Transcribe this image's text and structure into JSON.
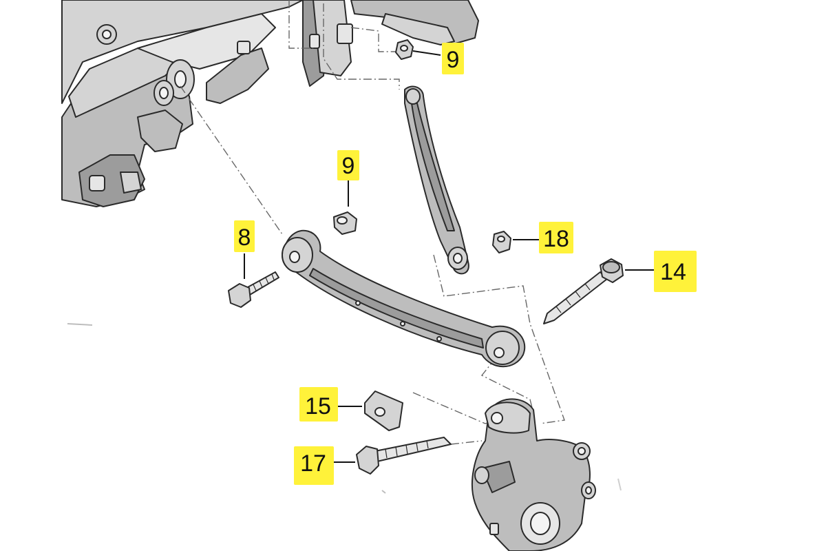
{
  "diagram": {
    "callout_color": "#fff23a",
    "callouts": [
      {
        "id": "c9a",
        "label": "9"
      },
      {
        "id": "c9b",
        "label": "9"
      },
      {
        "id": "c8",
        "label": "8"
      },
      {
        "id": "c18",
        "label": "18"
      },
      {
        "id": "c14",
        "label": "14"
      },
      {
        "id": "c15",
        "label": "15"
      },
      {
        "id": "c17",
        "label": "17"
      }
    ]
  }
}
